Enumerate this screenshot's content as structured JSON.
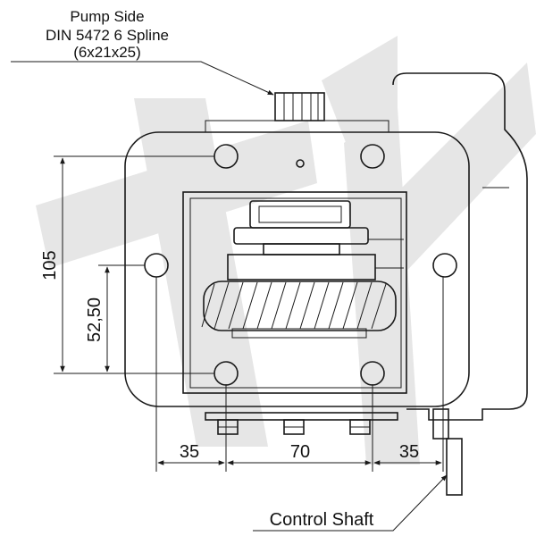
{
  "callouts": {
    "pump_side": {
      "line1": "Pump Side",
      "line2": "DIN 5472 6 Spline",
      "line3": "(6x21x25)"
    },
    "control_shaft": "Control Shaft"
  },
  "dimensions": {
    "vertical_outer": "105",
    "vertical_inner": "52,50",
    "bottom_left": "35",
    "bottom_middle": "70",
    "bottom_right": "35"
  },
  "watermark": {
    "text": "HK",
    "color": "#e6e6e6"
  },
  "colors": {
    "line": "#1a1a1a",
    "background": "#ffffff"
  }
}
